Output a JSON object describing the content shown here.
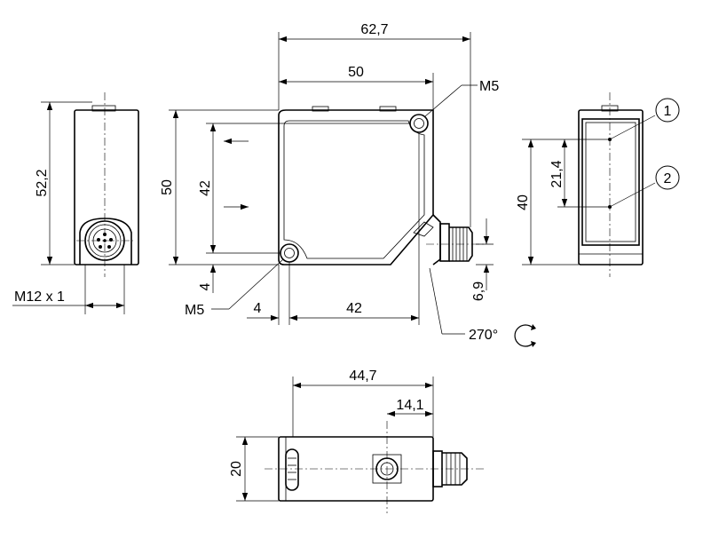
{
  "colors": {
    "line": "#000000",
    "background": "#ffffff"
  },
  "dimensions": {
    "front_total_width": "62,7",
    "front_body_width": "50",
    "front_outer_height": "50",
    "front_mount_height": "42",
    "front_bottom_offset": "4",
    "front_left_offset": "4",
    "front_mount_width": "42",
    "connector_height": "6,9",
    "side_height": "52,2",
    "right_height": "40",
    "right_window_spacing": "21,4",
    "bottom_total_width": "44,7",
    "bottom_hole_offset": "14,1",
    "bottom_depth": "20"
  },
  "labels": {
    "thread_top": "M5",
    "thread_bottom": "M5",
    "connector_thread": "M12 x 1",
    "rotation": "270°",
    "marker_1": "1",
    "marker_2": "2"
  }
}
